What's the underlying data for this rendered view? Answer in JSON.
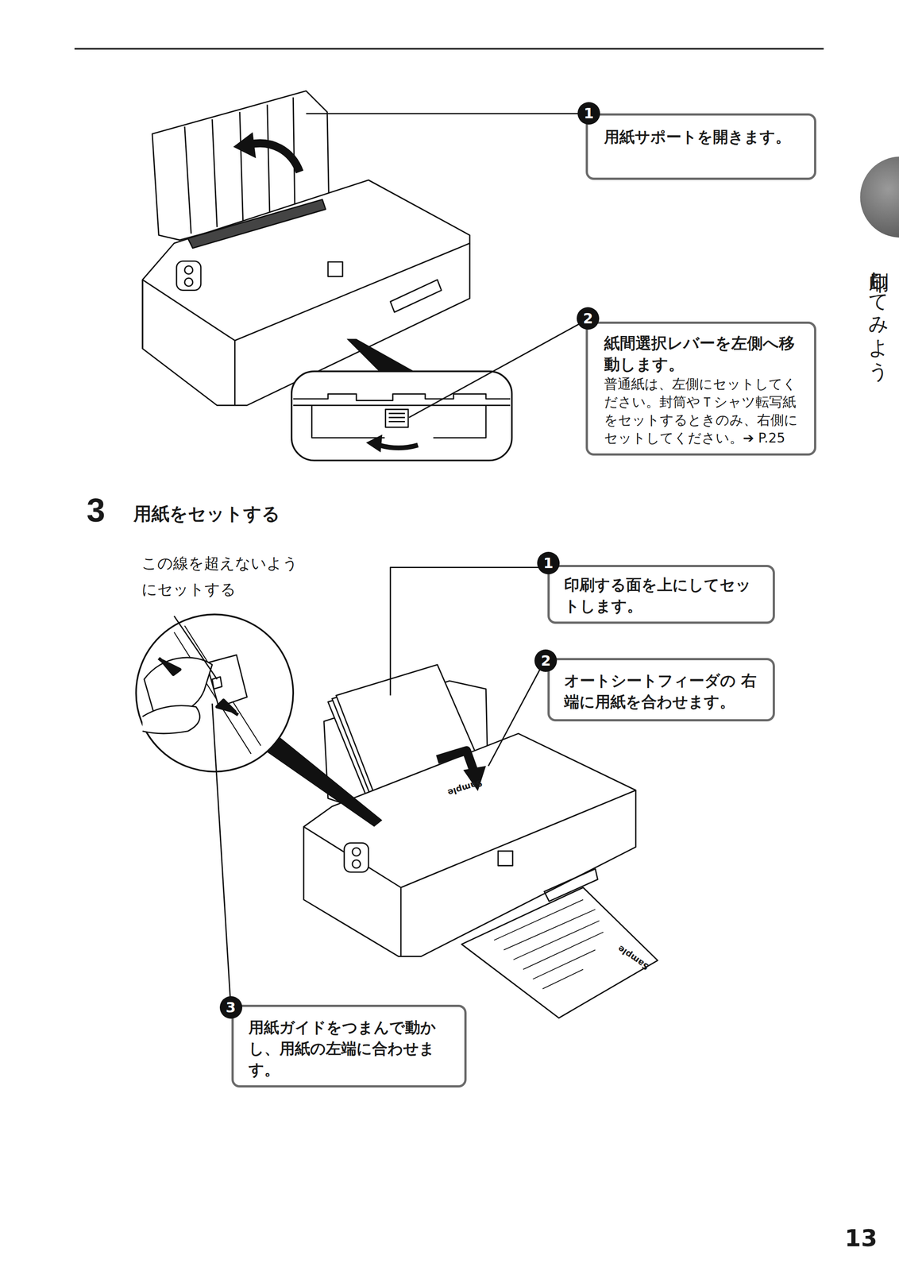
{
  "diagram": {
    "title": "用紙をセットする",
    "nodes": [
      {
        "text": [
          "用紙サポートを開きます。"
        ]
      },
      {
        "text": [
          "紙間選択レバーを左側へ移動します。",
          "普通紙は、左側にセットしてください。封筒やＴシャツ転写紙をセットするときのみ、右側にセットしてください。➔ P.25"
        ]
      },
      {
        "text": [
          "印刷する面を上にしてセットします。"
        ]
      },
      {
        "text": [
          "オートシートフィーダの 右端に用紙を合わせます。"
        ]
      },
      {
        "text": [
          "用紙ガイドをつまんで動かし、用紙の左端に合わせます。"
        ]
      }
    ],
    "labels": [
      "1",
      "2",
      "印刷してみよう",
      "3",
      "この線を超えないようにセットする",
      "1",
      "2",
      "Sample",
      "Sample",
      "3",
      "13"
    ]
  }
}
